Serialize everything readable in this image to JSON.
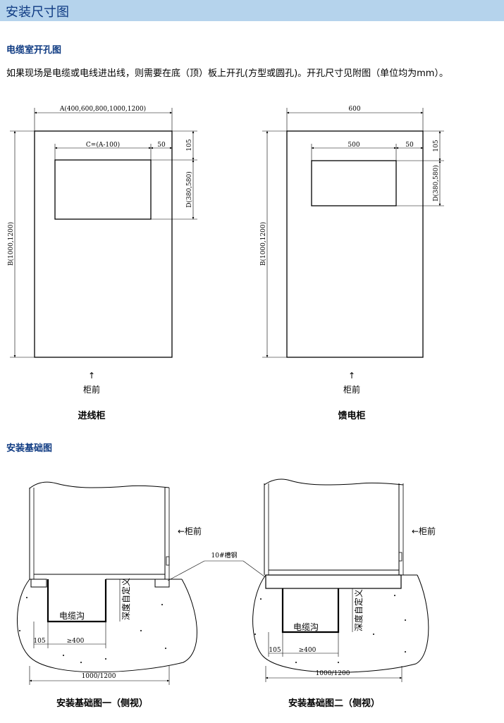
{
  "header": {
    "title": "安装尺寸图"
  },
  "section1": {
    "heading": "电缆室开孔图",
    "intro": "如果现场是电缆或电线进出线，则需要在底（顶）板上开孔(方型或圆孔)。开孔尺寸见附图（单位均为mm）。"
  },
  "diagram_incoming": {
    "dim_width": "A(400,600,800,1000,1200)",
    "dim_hole_width": "C=(A-100)",
    "dim_offset": "50",
    "dim_top": "105",
    "dim_hole_depth": "D(380,580)",
    "dim_height": "B(1000,1200)",
    "arrow": "↑",
    "front_label": "柜前",
    "caption": "进线柜"
  },
  "diagram_feeder": {
    "dim_width": "600",
    "dim_hole_width": "500",
    "dim_offset": "50",
    "dim_top": "105",
    "dim_hole_depth": "D(380,580)",
    "dim_height": "B(1000,1200)",
    "arrow": "↑",
    "front_label": "柜前",
    "caption": "馈电柜"
  },
  "section2": {
    "heading": "安装基础图"
  },
  "foundation1": {
    "front_label": "←柜前",
    "trench_label": "电缆沟",
    "depth_label": "深度自定义",
    "dim_105": "105",
    "dim_400": "≥400",
    "dim_total": "1000/1200",
    "caption": "安装基础图一（侧视）"
  },
  "foundation2": {
    "front_label": "←柜前",
    "trench_label": "电缆沟",
    "depth_label": "深度自定义",
    "dim_105": "105",
    "dim_400": "≥400",
    "dim_total": "1000/1200",
    "caption": "安装基础图二（侧视）"
  },
  "channel_steel_label": "10#槽钢"
}
